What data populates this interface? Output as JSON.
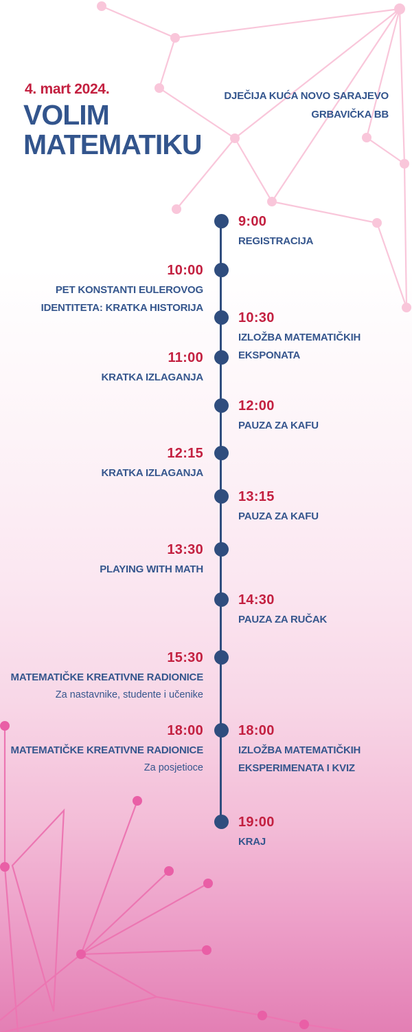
{
  "header": {
    "date": "4. mart 2024.",
    "title_line1": "VOLIM",
    "title_line2": "MATEMATIKU",
    "venue_line1": "DJEČIJA KUĆA NOVO SARAJEVO",
    "venue_line2": "GRBAVIČKA BB"
  },
  "colors": {
    "accent_red": "#c32040",
    "navy_text": "#35568d",
    "timeline_navy": "#2f4d7e",
    "network_light_pink": "#f9c6da",
    "network_pink": "#ec76b2",
    "background_bottom_pink": "#e37fb4"
  },
  "timeline": {
    "events": [
      {
        "time": "9:00",
        "title": "REGISTRACIJA"
      },
      {
        "time": "10:00",
        "title": "PET KONSTANTI EULEROVOG IDENTITETA: KRATKA HISTORIJA"
      },
      {
        "time": "10:30",
        "title": "IZLOŽBA MATEMATIČKIH EKSPONATA"
      },
      {
        "time": "11:00",
        "title": "KRATKA IZLAGANJA"
      },
      {
        "time": "12:00",
        "title": "PAUZA ZA KAFU"
      },
      {
        "time": "12:15",
        "title": "KRATKA IZLAGANJA"
      },
      {
        "time": "13:15",
        "title": "PAUZA ZA KAFU"
      },
      {
        "time": "13:30",
        "title": "PLAYING WITH MATH"
      },
      {
        "time": "14:30",
        "title": "PAUZA ZA RUČAK"
      },
      {
        "time": "15:30",
        "title": "MATEMATIČKE KREATIVNE RADIONICE",
        "subtitle": "Za nastavnike, studente i učenike"
      },
      {
        "time": "18:00",
        "title": "MATEMATIČKE KREATIVNE RADIONICE",
        "subtitle": "Za posjetioce"
      },
      {
        "time": "18:00",
        "title": "IZLOŽBA MATEMATIČKIH EKSPERIMENATA I KVIZ"
      },
      {
        "time": "19:00",
        "title": "KRAJ"
      }
    ]
  }
}
